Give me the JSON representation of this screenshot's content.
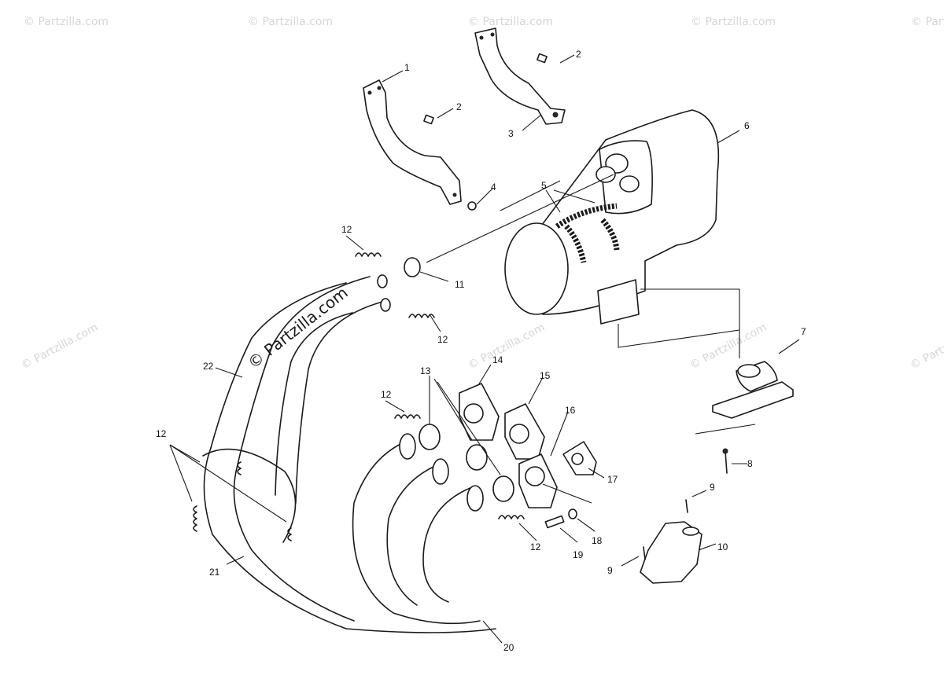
{
  "watermark": {
    "text": "© Partzilla.com",
    "stamp_text": "© Partzilla.com",
    "color": "#d6d6d6"
  },
  "callouts": {
    "c1": "1",
    "c2a": "2",
    "c2b": "2",
    "c3": "3",
    "c4": "4",
    "c5": "5",
    "c6": "6",
    "c7": "7",
    "c8": "8",
    "c9a": "9",
    "c9b": "9",
    "c10": "10",
    "c11": "11",
    "c12a": "12",
    "c12b": "12",
    "c12c": "12",
    "c12d": "12",
    "c12e": "12",
    "c13": "13",
    "c14": "14",
    "c15": "15",
    "c16": "16",
    "c17": "17",
    "c18": "18",
    "c19": "19",
    "c20": "20",
    "c21": "21",
    "c22": "22"
  },
  "colors": {
    "line": "#1a1a1a",
    "background": "#ffffff"
  }
}
